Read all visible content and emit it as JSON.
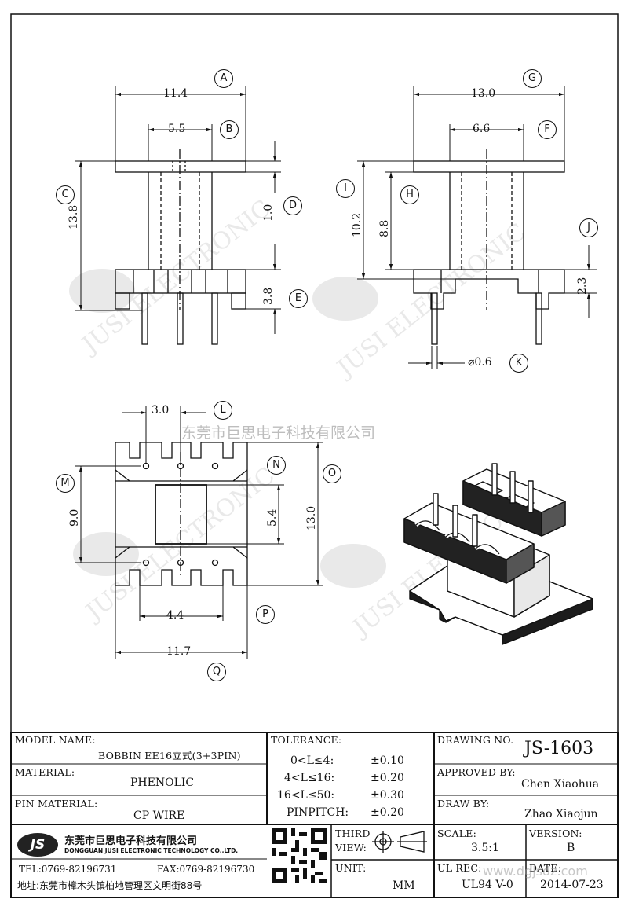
{
  "drawing": {
    "dims": {
      "A": "11.4",
      "B": "5.5",
      "C": "13.8",
      "D": "1.0",
      "E": "3.8",
      "G": "13.0",
      "F": "6.6",
      "I": "10.2",
      "H": "8.8",
      "J": "2.3",
      "K": "⌀0.6",
      "L": "3.0",
      "M": "9.0",
      "N": "5.4",
      "O": "13.0",
      "P": "4.4",
      "Q": "11.7"
    },
    "letters": [
      "A",
      "B",
      "C",
      "D",
      "E",
      "G",
      "F",
      "I",
      "H",
      "J",
      "K",
      "L",
      "M",
      "N",
      "O",
      "P",
      "Q"
    ],
    "company_watermark": "东莞市巨思电子科技有限公司"
  },
  "title_block": {
    "model_name_label": "MODEL NAME:",
    "model_name": "BOBBIN EE16立式(3+3PIN)",
    "material_label": "MATERIAL:",
    "material": "PHENOLIC",
    "pin_material_label": "PIN MATERIAL:",
    "pin_material": "CP WIRE",
    "tolerance_label": "TOLERANCE:",
    "tolerances": [
      {
        "range": "0<L≤4:",
        "value": "±0.10"
      },
      {
        "range": "4<L≤16:",
        "value": "±0.20"
      },
      {
        "range": "16<L≤50:",
        "value": "±0.30"
      },
      {
        "range": "PINPITCH:",
        "value": "±0.20"
      }
    ],
    "drawing_no_label": "DRAWING NO.",
    "drawing_no": "JS-1603",
    "approved_by_label": "APPROVED BY:",
    "approved_by": "Chen Xiaohua",
    "draw_by_label": "DRAW BY:",
    "draw_by": "Zhao Xiaojun",
    "company_cn": "东莞市巨思电子科技有限公司",
    "company_en": "DONGGUAN JUSI ELECTRONIC TECHNOLOGY CO.,LTD.",
    "logo_text": "JS",
    "tel": "TEL:0769-82196731",
    "fax": "FAX:0769-82196730",
    "address": "地址:东莞市樟木头镇柏地管理区文明街88号",
    "third_view_label_1": "THIRD",
    "third_view_label_2": "VIEW:",
    "unit_label": "UNIT:",
    "unit": "MM",
    "scale_label": "SCALE:",
    "scale": "3.5:1",
    "version_label": "VERSION:",
    "version": "B",
    "ul_rec_label": "UL REC:",
    "ul_rec": "UL94 V-0",
    "date_label": "DATE:",
    "date": "2014-07-23",
    "site_watermark": "www.dgjsdz.com"
  }
}
